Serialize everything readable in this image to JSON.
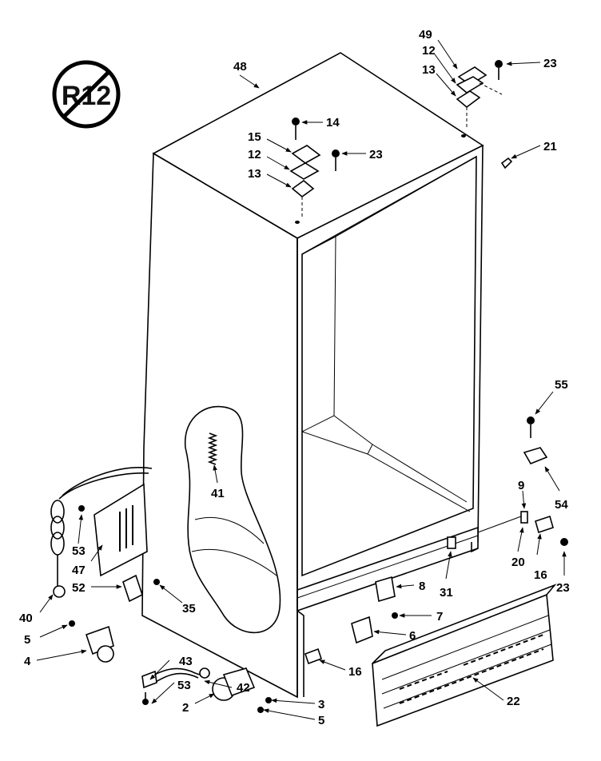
{
  "badge": {
    "text": "R12"
  },
  "labels": {
    "l48": "48",
    "l49": "49",
    "l12a": "12",
    "l13a": "13",
    "l23a": "23",
    "l14": "14",
    "l15": "15",
    "l12b": "12",
    "l13b": "13",
    "l23b": "23",
    "l21": "21",
    "l55": "55",
    "l54": "54",
    "l9": "9",
    "l20": "20",
    "l16a": "16",
    "l23c": "23",
    "l41": "41",
    "l53a": "53",
    "l47": "47",
    "l52": "52",
    "l35": "35",
    "l40": "40",
    "l5a": "5",
    "l4": "4",
    "l43": "43",
    "l42": "42",
    "l53b": "53",
    "l2": "2",
    "l3": "3",
    "l5b": "5",
    "l8": "8",
    "l31": "31",
    "l7": "7",
    "l6": "6",
    "l16b": "16",
    "l22": "22"
  },
  "colors": {
    "line": "#000000",
    "background": "#ffffff"
  }
}
